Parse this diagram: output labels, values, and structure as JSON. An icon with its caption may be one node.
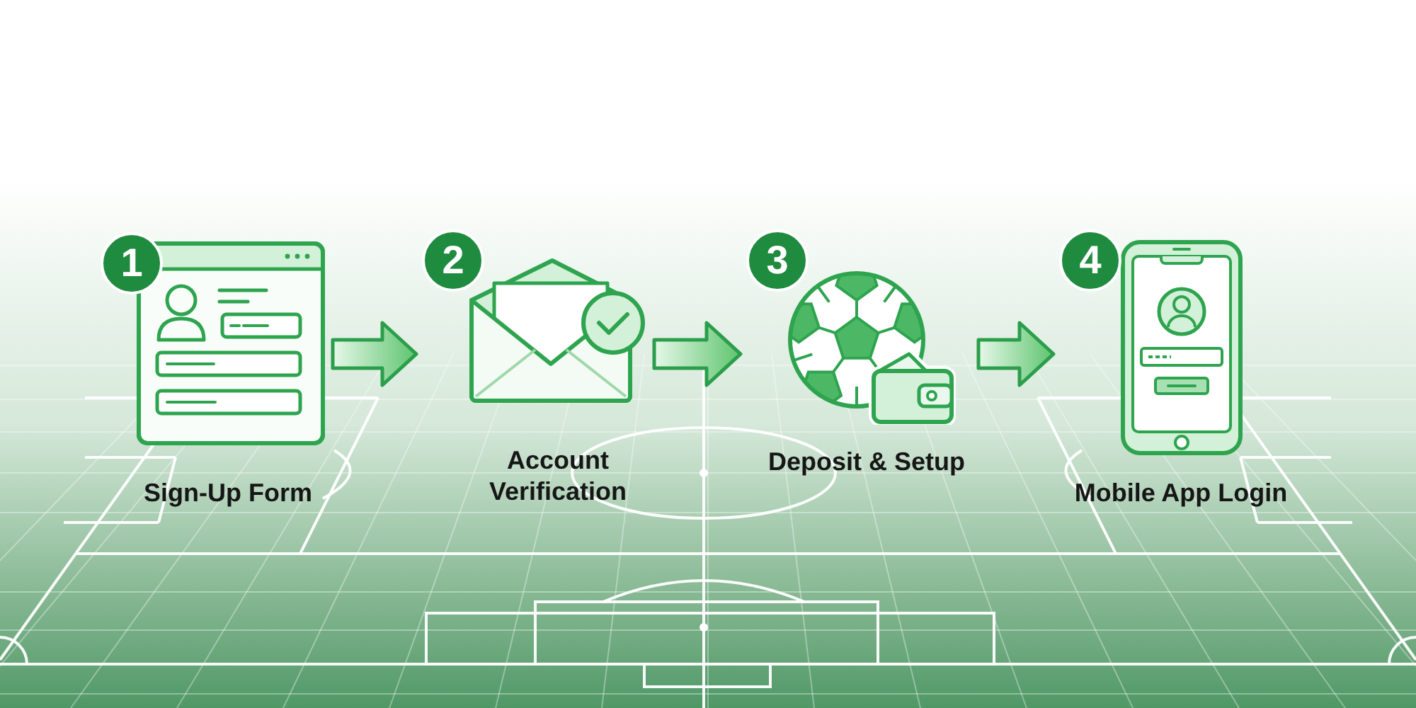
{
  "diagram": {
    "nodes": [
      {
        "text": [
          "1",
          "Sign-Up Form"
        ]
      },
      {
        "text": [
          "2",
          "Account Verification"
        ]
      },
      {
        "text": [
          "3",
          "Deposit & Setup"
        ]
      },
      {
        "text": [
          "4",
          "Mobile App Login"
        ]
      }
    ],
    "edges": [
      {
        "from": 0,
        "to": 1,
        "arrow": "to"
      },
      {
        "from": 1,
        "to": 2,
        "arrow": "to"
      },
      {
        "from": 2,
        "to": 3,
        "arrow": "to"
      }
    ]
  }
}
